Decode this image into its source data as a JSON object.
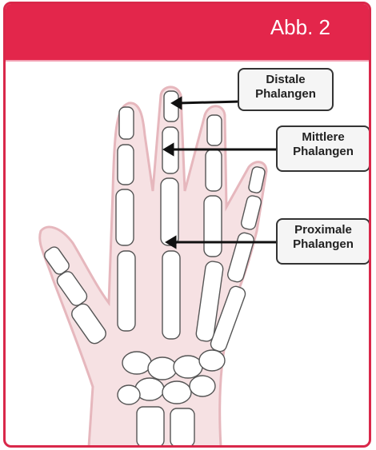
{
  "header": {
    "title": "Abb. 2"
  },
  "labels": {
    "distal": {
      "line1": "Distale",
      "line2": "Phalangen"
    },
    "middle": {
      "line1": "Mittlere",
      "line2": "Phalangen"
    },
    "proximal": {
      "line1": "Proximale",
      "line2": "Phalangen"
    }
  },
  "colors": {
    "header": "#e3264b",
    "skin": "#f3d6d8",
    "bone_outline": "#555555"
  },
  "icons": {
    "figure": "hand-skeleton-illustration"
  }
}
